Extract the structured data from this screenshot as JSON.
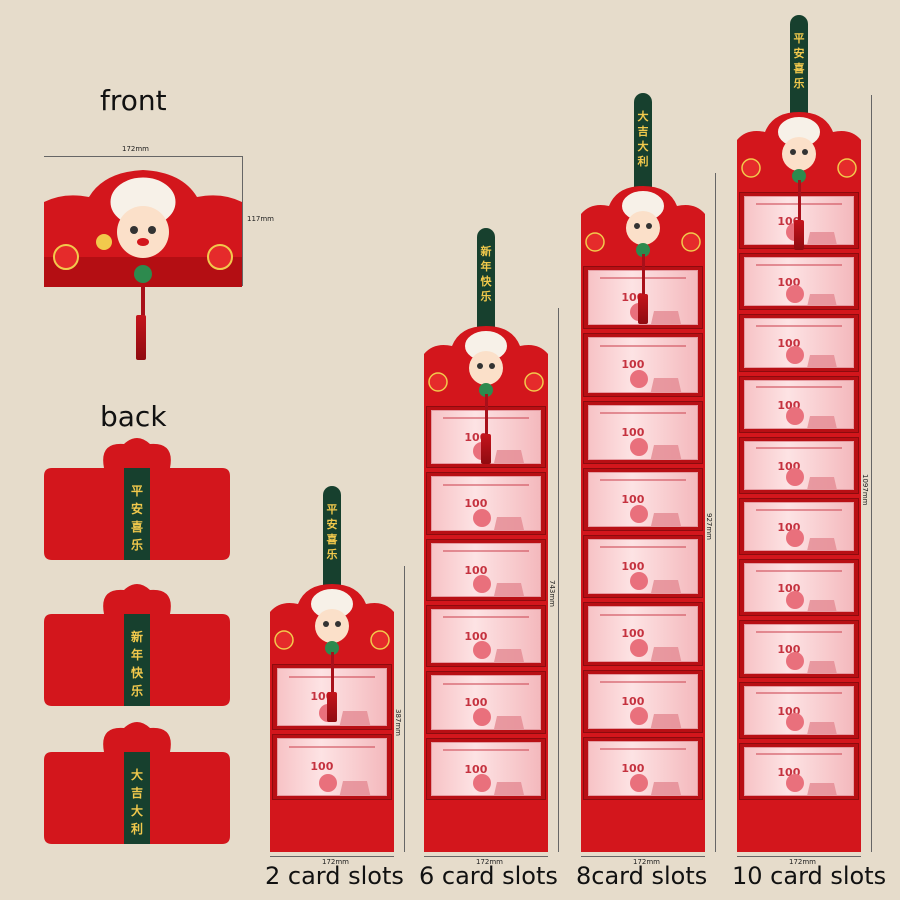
{
  "labels": {
    "front": "front",
    "back": "back"
  },
  "front_dims": {
    "width": "172mm",
    "height": "117mm"
  },
  "back_cards": [
    {
      "text": "平安喜乐"
    },
    {
      "text": "新年快乐"
    },
    {
      "text": "大吉大利"
    }
  ],
  "variants": [
    {
      "label": "2 card slots",
      "slots": 2,
      "width_dim": "172mm",
      "height_dim": "387mm",
      "stick_text": "平安喜乐"
    },
    {
      "label": "6 card slots",
      "slots": 6,
      "width_dim": "172mm",
      "height_dim": "743mm",
      "stick_text": "新年快乐"
    },
    {
      "label": "8card slots",
      "slots": 8,
      "width_dim": "172mm",
      "height_dim": "927mm",
      "stick_text": "大吉大利"
    },
    {
      "label": "10 card slots",
      "slots": 10,
      "width_dim": "172mm",
      "height_dim": "1097mm",
      "stick_text": "平安喜乐"
    }
  ],
  "bill_value": "100",
  "colors": {
    "background": "#e6dccb",
    "red": "#d3161c",
    "dark_green": "#17402e",
    "gold": "#f2c94c"
  }
}
